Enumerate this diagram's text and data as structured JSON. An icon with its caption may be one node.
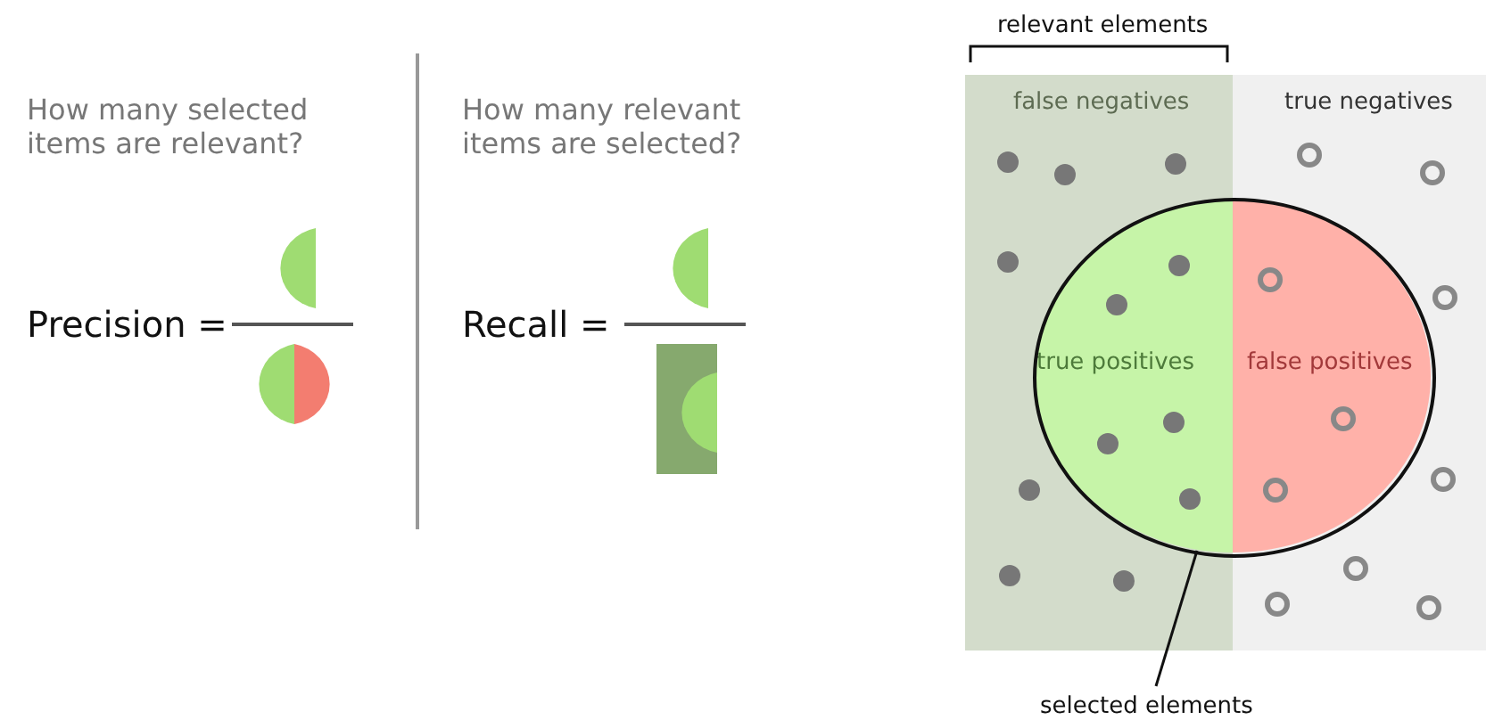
{
  "diagram": {
    "nodes": [
      {
        "text": [
          "false negatives"
        ]
      },
      {
        "text": [
          "true negatives"
        ]
      },
      {
        "text": [],
        "shape": "ellipse"
      },
      {
        "text": [
          "true positives"
        ]
      },
      {
        "text": [
          "false positives"
        ]
      },
      {
        "text": [
          "selected elements"
        ]
      }
    ],
    "edges": [
      {
        "from": 5,
        "to": 2,
        "arrow": "none"
      }
    ],
    "labels": [
      "How many selected items are relevant?",
      "Precision =",
      "How many relevant items are selected?",
      "Recall =",
      "relevant elements"
    ]
  }
}
